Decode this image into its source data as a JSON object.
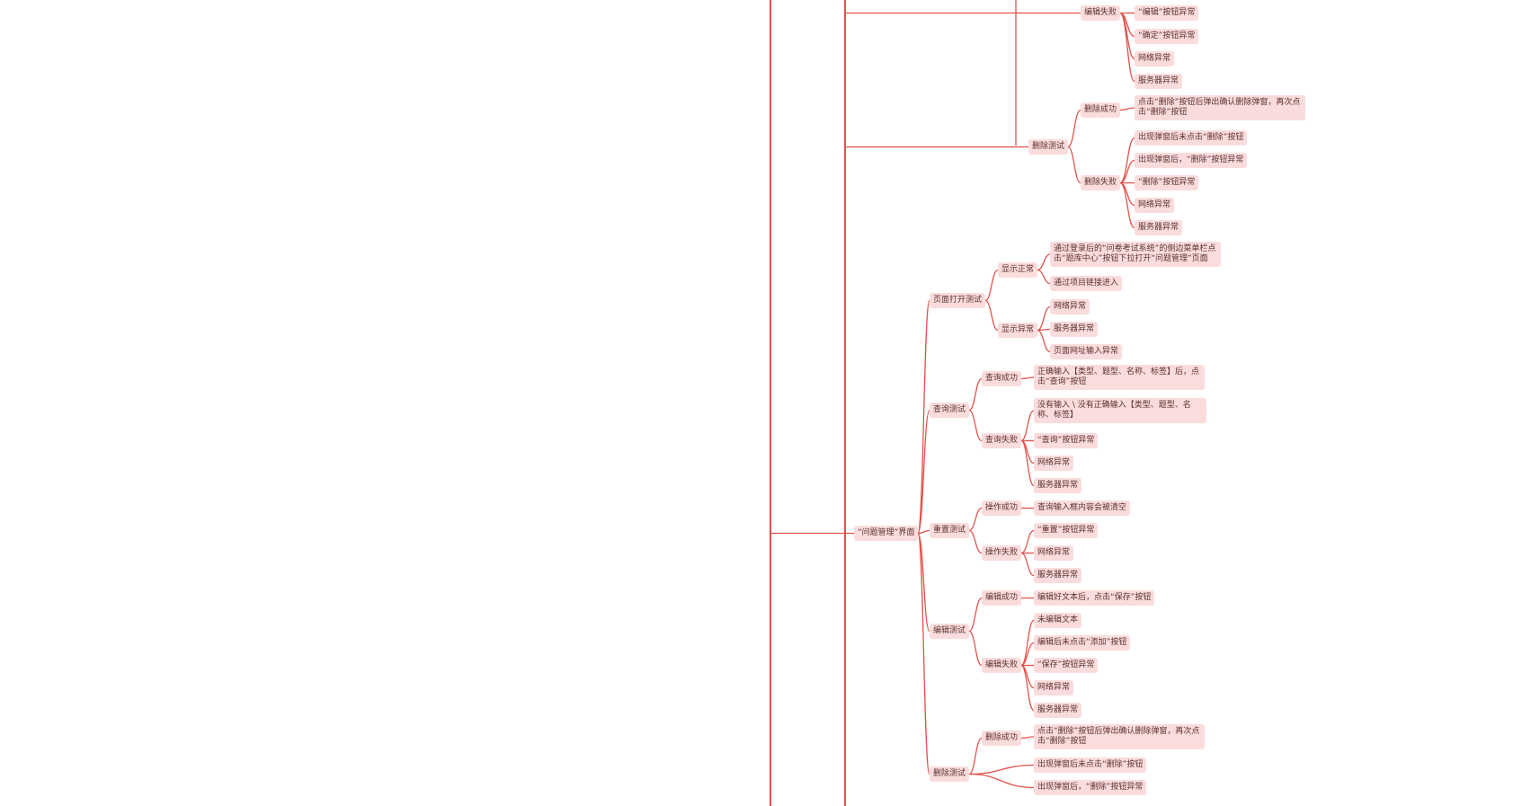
{
  "mindmap": {
    "nodes": [
      {
        "id": "n_edit_fail_top",
        "text": "编辑失败"
      },
      {
        "id": "n_e1",
        "text": "“编辑”按钮异常"
      },
      {
        "id": "n_e2",
        "text": "“确定”按钮异常"
      },
      {
        "id": "n_e3",
        "text": "网络异常"
      },
      {
        "id": "n_e4",
        "text": "服务器异常"
      },
      {
        "id": "n_del_test_top",
        "text": "删除测试"
      },
      {
        "id": "n_del_ok_top",
        "text": "删除成功"
      },
      {
        "id": "n_d1",
        "text": "点击“删除”按钮后弹出确认删除弹窗，再次点击“删除”按钮"
      },
      {
        "id": "n_del_fail_top",
        "text": "删除失败"
      },
      {
        "id": "n_d2",
        "text": "出现弹窗后未点击“删除”按钮"
      },
      {
        "id": "n_d3",
        "text": "出现弹窗后，“删除”按钮异常"
      },
      {
        "id": "n_d4",
        "text": "“删除”按钮异常"
      },
      {
        "id": "n_d5",
        "text": "网络异常"
      },
      {
        "id": "n_d6",
        "text": "服务器异常"
      },
      {
        "id": "n_problem",
        "text": "“问题管理”界面"
      },
      {
        "id": "n_page_open",
        "text": "页面打开测试"
      },
      {
        "id": "n_show_ok",
        "text": "显示正常"
      },
      {
        "id": "n_p1",
        "text": "通过登录后的“问卷考试系统”的侧边菜单栏点击“题库中心”按钮下拉打开“问题管理”页面"
      },
      {
        "id": "n_p2",
        "text": "通过项目链接进入"
      },
      {
        "id": "n_show_err",
        "text": "显示异常"
      },
      {
        "id": "n_p3",
        "text": "网络异常"
      },
      {
        "id": "n_p4",
        "text": "服务器异常"
      },
      {
        "id": "n_p5",
        "text": "页面网址输入异常"
      },
      {
        "id": "n_query",
        "text": "查询测试"
      },
      {
        "id": "n_q_ok",
        "text": "查询成功"
      },
      {
        "id": "n_q1",
        "text": "正确输入【类型、题型、名称、标签】后，点击“查询”按钮"
      },
      {
        "id": "n_q_fail",
        "text": "查询失败"
      },
      {
        "id": "n_q2",
        "text": "没有输入 \\ 没有正确输入【类型、题型、名称、标签】"
      },
      {
        "id": "n_q3",
        "text": "“查询”按钮异常"
      },
      {
        "id": "n_q4",
        "text": "网络异常"
      },
      {
        "id": "n_q5",
        "text": "服务器异常"
      },
      {
        "id": "n_reset",
        "text": "重置测试"
      },
      {
        "id": "n_r_ok",
        "text": "操作成功"
      },
      {
        "id": "n_r1",
        "text": "查询输入框内容会被清空"
      },
      {
        "id": "n_r_fail",
        "text": "操作失败"
      },
      {
        "id": "n_r2",
        "text": "“重置”按钮异常"
      },
      {
        "id": "n_r3",
        "text": "网络异常"
      },
      {
        "id": "n_r4",
        "text": "服务器异常"
      },
      {
        "id": "n_edit",
        "text": "编辑测试"
      },
      {
        "id": "n_ed_ok",
        "text": "编辑成功"
      },
      {
        "id": "n_ed1",
        "text": "编辑好文本后，点击“保存”按钮"
      },
      {
        "id": "n_ed_fail",
        "text": "编辑失败"
      },
      {
        "id": "n_ed2",
        "text": "未编辑文本"
      },
      {
        "id": "n_ed3",
        "text": "编辑后未点击“添加”按钮"
      },
      {
        "id": "n_ed4",
        "text": "“保存”按钮异常"
      },
      {
        "id": "n_ed5",
        "text": "网络异常"
      },
      {
        "id": "n_ed6",
        "text": "服务器异常"
      },
      {
        "id": "n_del",
        "text": "删除测试"
      },
      {
        "id": "n_dl_ok",
        "text": "删除成功"
      },
      {
        "id": "n_dl1",
        "text": "点击“删除”按钮后弹出确认删除弹窗，再次点击“删除”按钮"
      },
      {
        "id": "n_dl2",
        "text": "出现弹窗后未点击“删除”按钮"
      },
      {
        "id": "n_dl3",
        "text": "出现弹窗后，“删除”按钮异常"
      }
    ]
  },
  "colors": {
    "line": "#e3524d",
    "node_bg": "#fbdcdc",
    "node_text": "#5c3030"
  }
}
